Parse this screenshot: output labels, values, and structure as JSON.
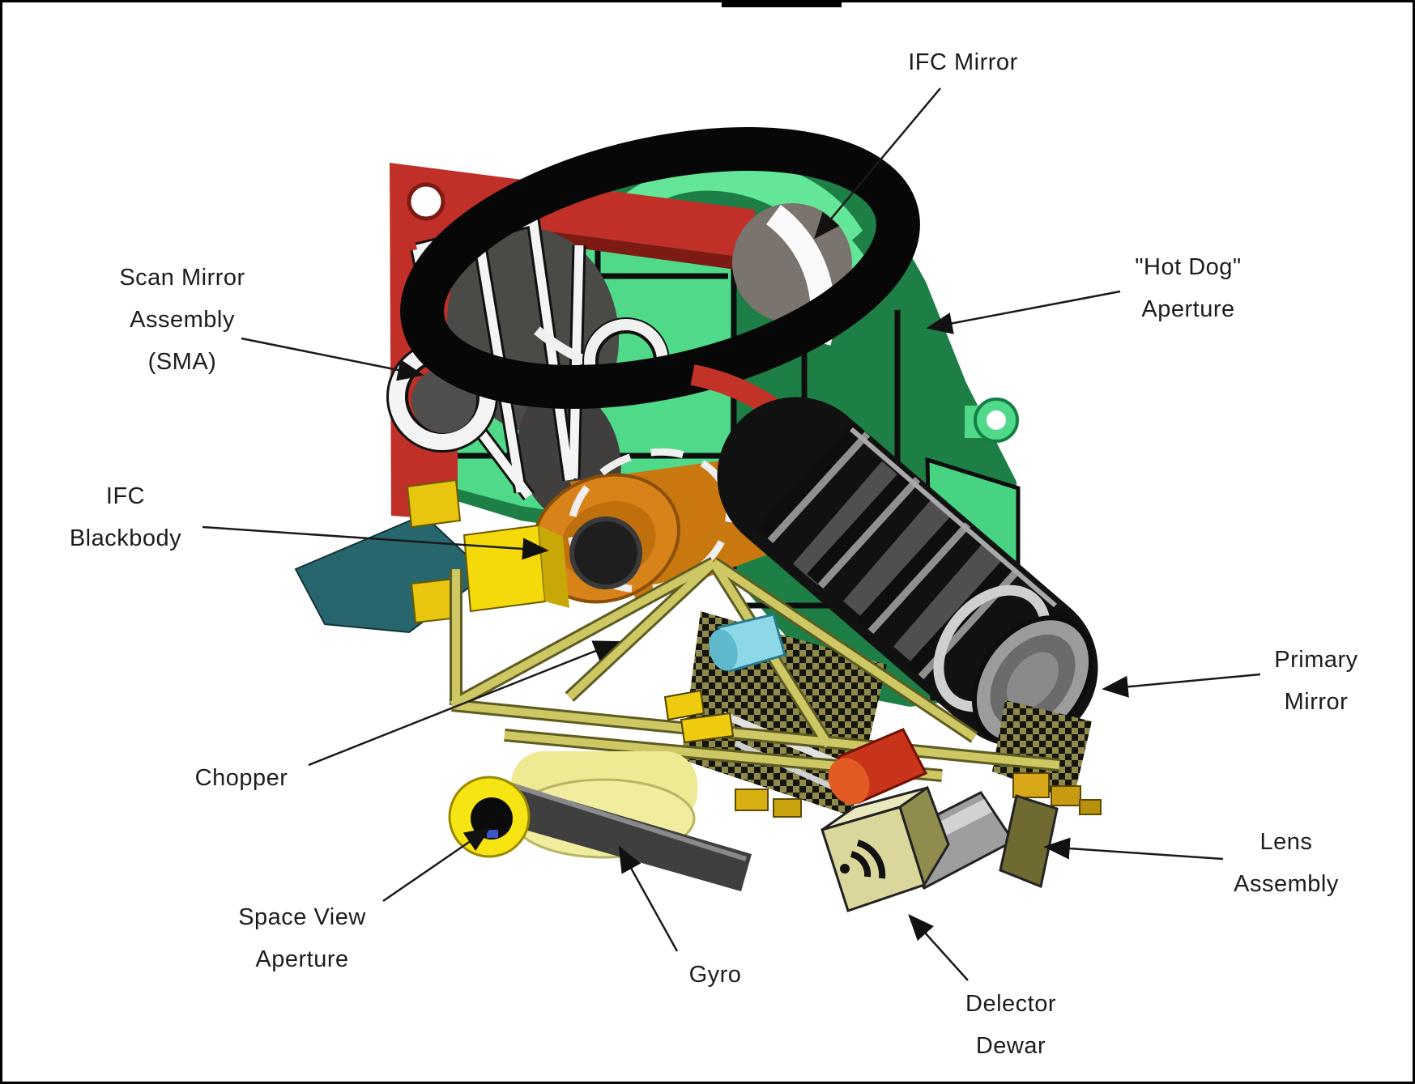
{
  "figure": {
    "background": "#ffffff",
    "border_color": "#000000"
  },
  "labels": {
    "ifc_mirror": "IFC Mirror",
    "hot_dog_aperture": "\"Hot Dog\"\nAperture",
    "scan_mirror_assembly": "Scan Mirror\nAssembly\n(SMA)",
    "ifc_blackbody": "IFC\nBlackbody",
    "primary_mirror": "Primary\nMirror",
    "chopper": "Chopper",
    "lens_assembly": "Lens\nAssembly",
    "space_view_aperture": "Space View\nAperture",
    "gyro": "Gyro",
    "detector_dewar": "Delector\nDewar"
  },
  "palette": {
    "housing_green": "#4ED987",
    "housing_green_dark": "#1E7F46",
    "housing_green_light": "#63E697",
    "mount_plate_red": "#C03028",
    "aperture_band_black": "#0a0a0a",
    "blackbody_orange": "#D8821A",
    "fin_teal": "#28666D",
    "base_yellow": "#F4DA0B",
    "aperture_ring_yellow": "#F6E413",
    "truss_khaki": "#CDC863",
    "drum_pale_yellow": "#F0ED9F",
    "dewar_khaki": "#DAD69C",
    "baffle_gray": "#3A3A3A",
    "mirror_gray": "#9C9C9C",
    "cyan_cylinder": "#8CD8E9",
    "detail_red": "#C8341A",
    "label_text": "#1c1c1c"
  }
}
